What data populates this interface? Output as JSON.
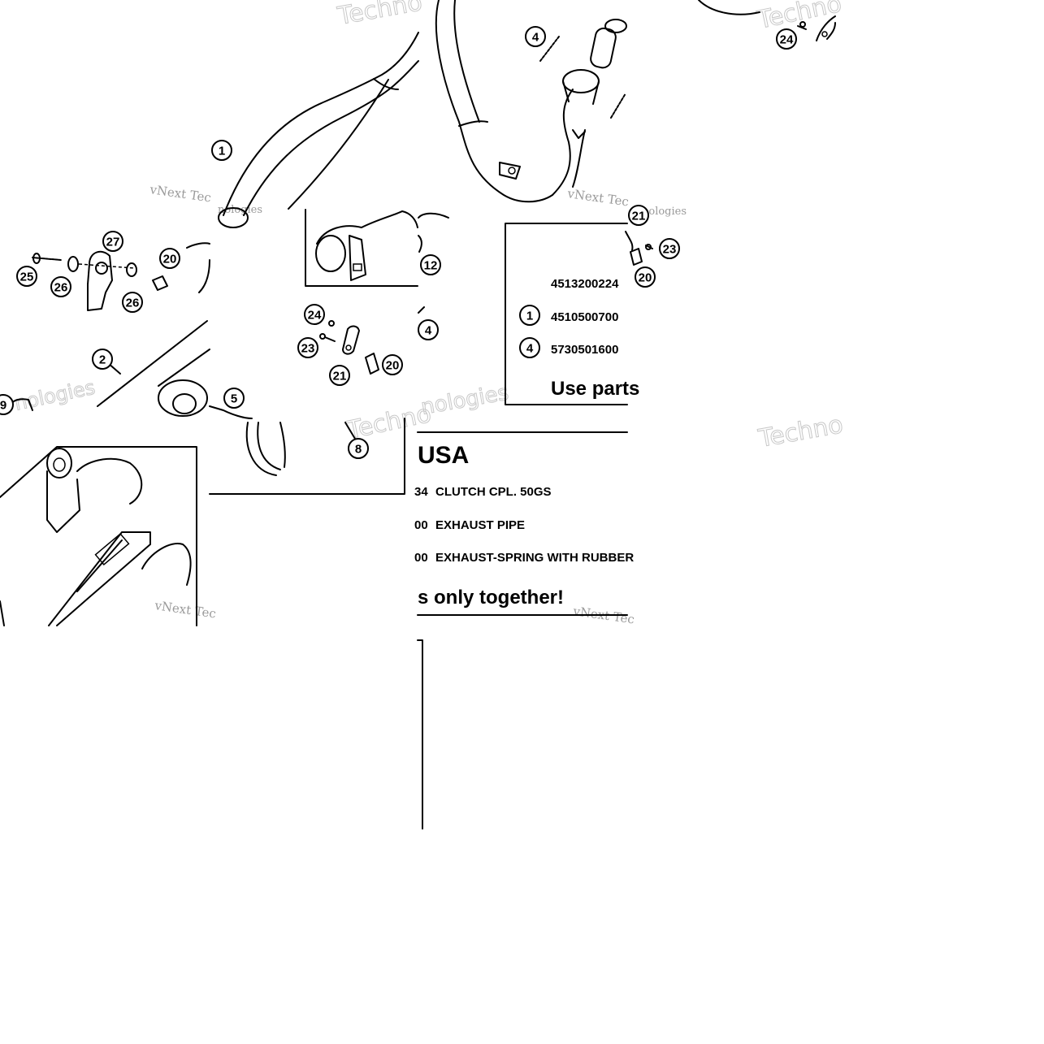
{
  "watermark": {
    "brand_a": "Techno",
    "brand_b": "vNext Tec",
    "brand_c": "nologies"
  },
  "callouts": [
    {
      "id": "c1",
      "label": "1"
    },
    {
      "id": "c4a",
      "label": "4"
    },
    {
      "id": "c24a",
      "label": "24"
    },
    {
      "id": "c27",
      "label": "27"
    },
    {
      "id": "c20a",
      "label": "20"
    },
    {
      "id": "c25",
      "label": "25"
    },
    {
      "id": "c26a",
      "label": "26"
    },
    {
      "id": "c26b",
      "label": "26"
    },
    {
      "id": "c2",
      "label": "2"
    },
    {
      "id": "c5",
      "label": "5"
    },
    {
      "id": "c12",
      "label": "12"
    },
    {
      "id": "c24b",
      "label": "24"
    },
    {
      "id": "c23a",
      "label": "23"
    },
    {
      "id": "c21a",
      "label": "21"
    },
    {
      "id": "c20b",
      "label": "20"
    },
    {
      "id": "c4b",
      "label": "4"
    },
    {
      "id": "c21b",
      "label": "21"
    },
    {
      "id": "c23b",
      "label": "23"
    },
    {
      "id": "c20c",
      "label": "20"
    },
    {
      "id": "c8",
      "label": "8"
    },
    {
      "id": "c9",
      "label": "9"
    }
  ],
  "notice_box": {
    "kit_number": "4513200224",
    "rows": [
      {
        "ref": "1",
        "part_number": "4510500700"
      },
      {
        "ref": "4",
        "part_number": "5730501600"
      }
    ],
    "footer_prefix": "Use parts"
  },
  "usa_block": {
    "heading": "USA",
    "rows": [
      {
        "num_tail": "34",
        "description": "CLUTCH CPL. 50GS"
      },
      {
        "num_tail": "00",
        "description": "EXHAUST PIPE"
      },
      {
        "num_tail": "00",
        "description": "EXHAUST-SPRING WITH RUBBER"
      }
    ],
    "footer_suffix": "s only together!"
  }
}
